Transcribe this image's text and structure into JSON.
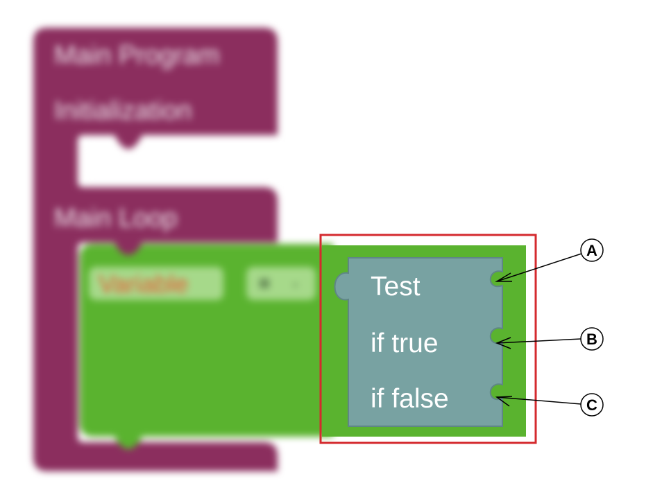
{
  "blocks": {
    "main_program_label": "Main Program",
    "initialization_label": "Initialization",
    "main_loop_label": "Main Loop",
    "variable_label": "Variable"
  },
  "conditional_block": {
    "test_label": "Test",
    "if_true_label": "if true",
    "if_false_label": "if false"
  },
  "callouts": [
    "A",
    "B",
    "C"
  ],
  "colors": {
    "main_program_block": "#8b2e5e",
    "variable_block": "#5ab32f",
    "conditional_block": "#78a2a2",
    "highlight_box": "#d42a2e",
    "variable_text": "#e85a35"
  }
}
